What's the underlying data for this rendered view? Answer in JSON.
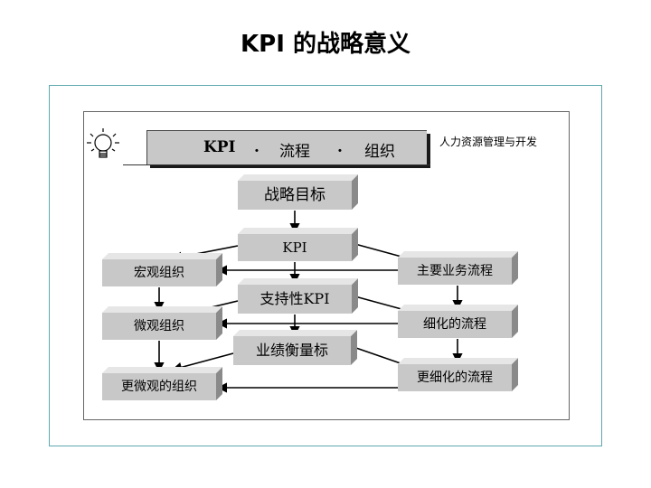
{
  "slide": {
    "title": "KPI 的战略意义"
  },
  "header": {
    "part1": "KPI",
    "sep1": ".",
    "part2": "流程",
    "sep2": ".",
    "part3": "组织",
    "subtitle": "人力资源管理与开发"
  },
  "nodes": {
    "strategy_goal": "战略目标",
    "kpi": "KPI",
    "macro_org": "宏观组织",
    "main_process": "主要业务流程",
    "support_kpi": "支持性KPI",
    "micro_org": "微观组织",
    "refined_process": "细化的流程",
    "performance_std": "业绩衡量标",
    "more_micro_org": "更微观的组织",
    "more_refined_process": "更细化的流程"
  },
  "icons": {
    "header_icon": "light-bulb-icon"
  },
  "colors": {
    "box_face": "#c8c8c8",
    "box_side": "#8a8a8a",
    "frame_accent": "#5fa8b0"
  }
}
